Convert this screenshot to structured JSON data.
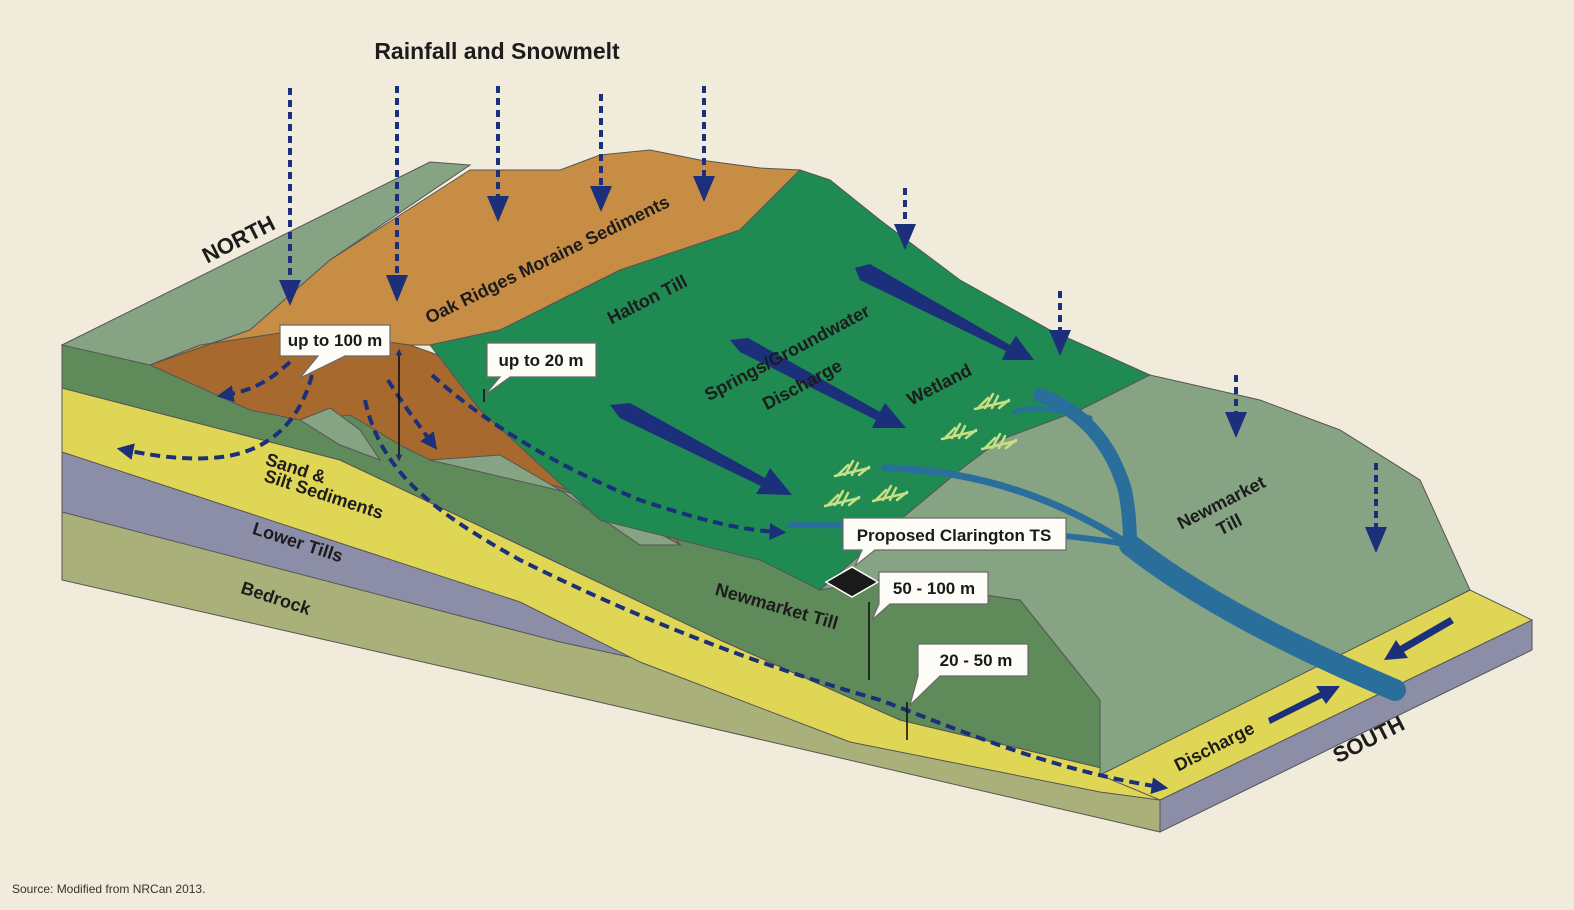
{
  "title": "Rainfall and Snowmelt",
  "directions": {
    "north": "NORTH",
    "south": "SOUTH"
  },
  "layers": {
    "oak_ridges": "Oak Ridges Moraine Sediments",
    "halton": "Halton Till",
    "newmarket_upper": "Newmarket Till",
    "newmarket_right_1": "Newmarket",
    "newmarket_right_2": "Till",
    "sand_1": "Sand &",
    "sand_2": "Silt Sediments",
    "lower_tills": "Lower Tills",
    "bedrock": "Bedrock"
  },
  "features": {
    "springs_1": "Springs/Groundwater",
    "springs_2": "Discharge",
    "wetland": "Wetland",
    "discharge": "Discharge",
    "site": "Proposed Clarington TS"
  },
  "callouts": {
    "up_to_100": "up to 100 m",
    "up_to_20": "up to 20 m",
    "range_50_100": "50 - 100 m",
    "range_20_50": "20 - 50 m"
  },
  "source": "Source:  Modified from NRCan 2013.",
  "colors": {
    "background": "#f1ebdb",
    "moraine": "#c88d45",
    "moraine_dark": "#a8692f",
    "halton": "#1f8a52",
    "newmarket": "#86a483",
    "newmarket_dark": "#5f8a5a",
    "sand": "#e0d656",
    "lower_tills": "#8c8ea8",
    "bedrock": "#aab07a",
    "water": "#2a6f9c",
    "arrows": "#1b2f7a"
  }
}
